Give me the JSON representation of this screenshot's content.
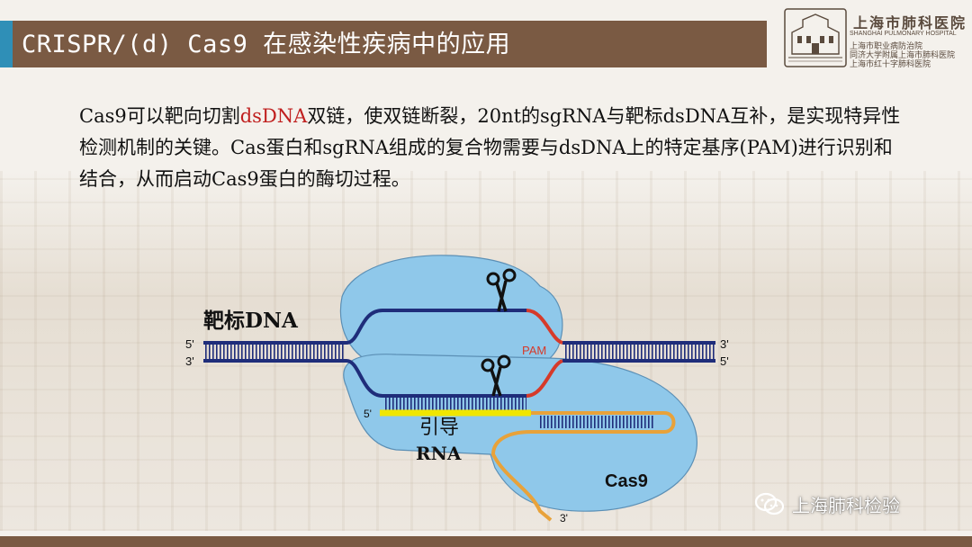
{
  "slide": {
    "title": "CRISPR/(d) Cas9 在感染性疾病中的应用",
    "logo": {
      "name_cn": "上海市肺科医院",
      "name_en": "SHANGHAI PULMONARY HOSPITAL",
      "line1": "上海市职业病防治院",
      "line2": "同济大学附属上海市肺科医院",
      "line3": "上海市红十字肺科医院"
    },
    "paragraph": {
      "p1_a": "Cas9可以靶向切割",
      "p1_highlight": "dsDNA",
      "p1_b": "双链，使双链断裂，20nt的sgRNA与靶标dsDNA互补，是实现特异性检测机制的关键。Cas蛋白和sgRNA组成的复合物需要与dsDNA上的特定基序(PAM)进行识别和结合，从而启动Cas9蛋白的酶切过程。"
    },
    "watermark": "上海肺科检验",
    "colors": {
      "title_bar": "#7a5a43",
      "title_accent": "#2f8fb7",
      "highlight": "#c0201f"
    }
  },
  "diagram": {
    "target_dna_label": "靶标DNA",
    "guide_rna_label_1": "引导",
    "guide_rna_label_2": "RNA",
    "pam_label": "PAM",
    "protein_label": "Cas9",
    "left_top_end": "5'",
    "left_bottom_end": "3'",
    "right_top_end": "3'",
    "right_bottom_end": "5'",
    "guide_5_end": "5'",
    "guide_3_end": "3'",
    "colors": {
      "protein": "#8fc8ea",
      "dna": "#1f2d7a",
      "pam": "#d63a2a",
      "guide_rna": "#f0e600",
      "rna_tail": "#e8a23a"
    }
  }
}
